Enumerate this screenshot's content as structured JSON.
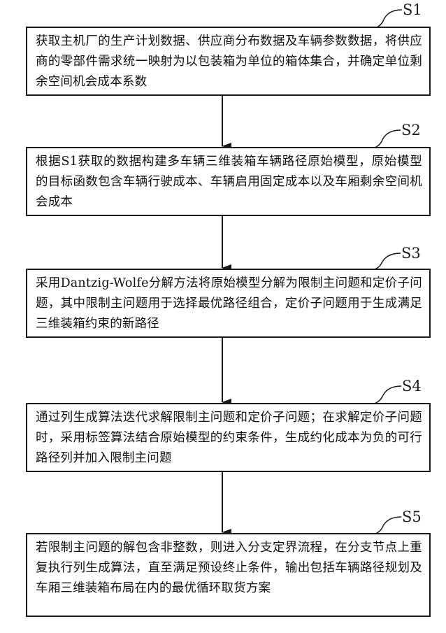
{
  "steps": [
    {
      "label": "S1",
      "text": "获取主机厂的生产计划数据、供应商分布数据及车辆参数数据，将供应商的零部件需求统一映射为以包装箱为单位的箱体集合，并确定单位剩余空间机会成本系数"
    },
    {
      "label": "S2",
      "text": "根据S1获取的数据构建多车辆三维装箱车辆路径原始模型，原始模型的目标函数包含车辆行驶成本、车辆启用固定成本以及车厢剩余空间机会成本"
    },
    {
      "label": "S3",
      "text": "采用Dantzig-Wolfe分解方法将原始模型分解为限制主问题和定价子问题，其中限制主问题用于选择最优路径组合，定价子问题用于生成满足三维装箱约束的新路径"
    },
    {
      "label": "S4",
      "text": "通过列生成算法迭代求解限制主问题和定价子问题；在求解定价子问题时，采用标签算法结合原始模型的约束条件，生成约化成本为负的可行路径列并加入限制主问题"
    },
    {
      "label": "S5",
      "text": "若限制主问题的解包含非整数，则进入分支定界流程，在分支节点上重复执行列生成算法，直至满足预设终止条件，输出包括车辆路径规划及车厢三维装箱布局在内的最优循环取货方案"
    }
  ],
  "colors": {
    "stroke": "#1a1a1a",
    "background": "#ffffff",
    "text": "#111111"
  }
}
